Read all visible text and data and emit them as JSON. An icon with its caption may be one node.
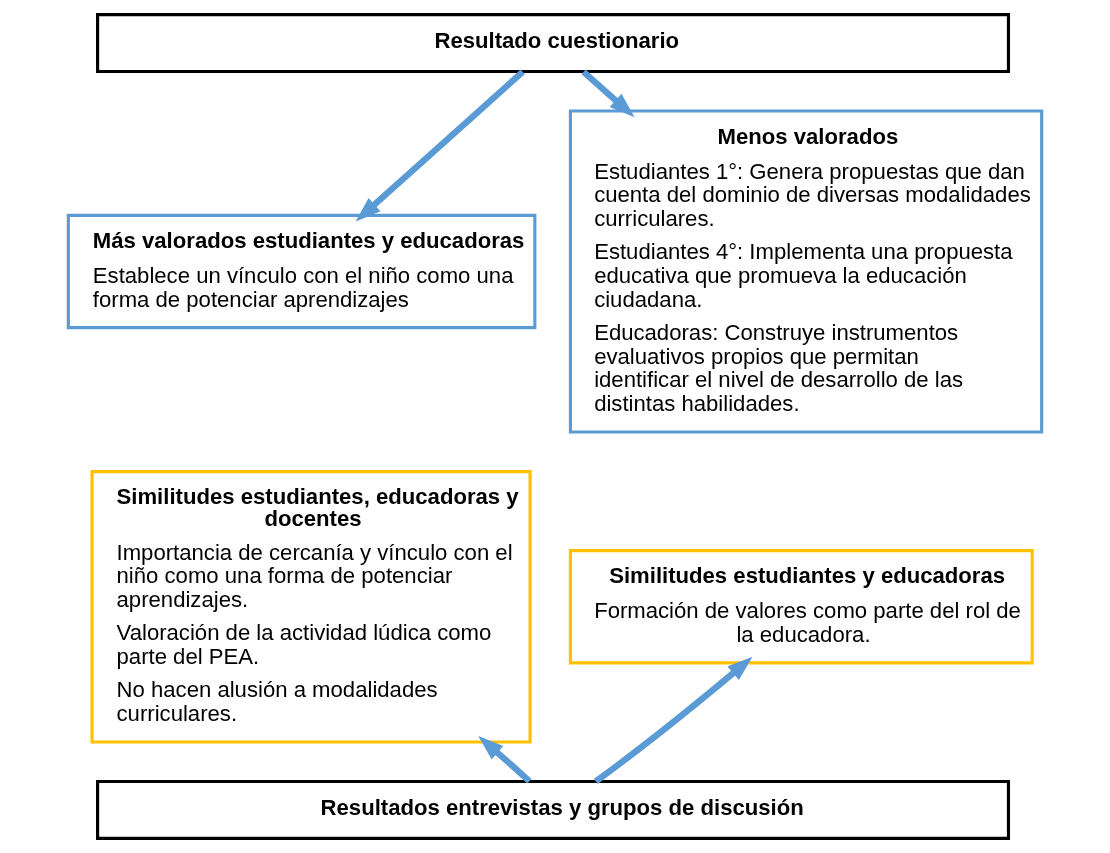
{
  "diagram": {
    "nodes": [
      {
        "text": [
          "Resultado cuestionario"
        ]
      },
      {
        "text": [
          "Más valorados estudiantes y educadoras",
          "Establece un vínculo con el niño como una forma de potenciar aprendizajes"
        ]
      },
      {
        "text": [
          "Menos valorados",
          "Estudiantes 1°: Genera propuestas que dan cuenta del dominio de diversas modalidades curriculares.",
          "Estudiantes 4°: Implementa una propuesta educativa que promueva la educación ciudadana.",
          "Educadoras: Construye instrumentos evaluativos propios que permitan identificar el nivel de desarrollo de las distintas habilidades."
        ]
      },
      {
        "text": [
          "Similitudes estudiantes, educadoras y docentes",
          "Importancia de cercanía y vínculo con el niño como una forma de potenciar aprendizajes.",
          "Valoración de la actividad lúdica como parte del PEA.",
          "No hacen alusión a modalidades curriculares."
        ]
      },
      {
        "text": [
          "Similitudes estudiantes y educadoras",
          "Formación de valores como parte del rol de la educadora."
        ]
      },
      {
        "text": [
          "Resultados entrevistas y grupos de discusión"
        ]
      }
    ],
    "edges": [
      {
        "from": 0,
        "to": 1,
        "arrow": "to"
      },
      {
        "from": 0,
        "to": 2,
        "arrow": "to"
      },
      {
        "from": 5,
        "to": 3,
        "arrow": "to"
      },
      {
        "from": 5,
        "to": 4,
        "arrow": "to"
      }
    ]
  }
}
